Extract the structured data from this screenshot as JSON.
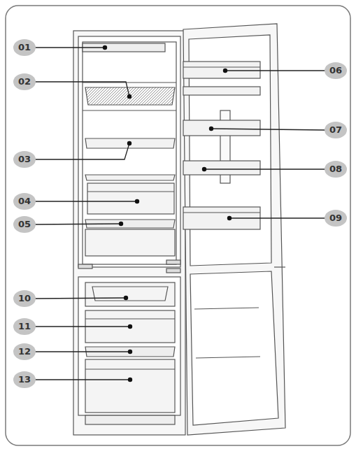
{
  "diagram": {
    "labels": [
      "01",
      "02",
      "03",
      "04",
      "05",
      "06",
      "07",
      "08",
      "09",
      "10",
      "11",
      "12",
      "13"
    ]
  }
}
